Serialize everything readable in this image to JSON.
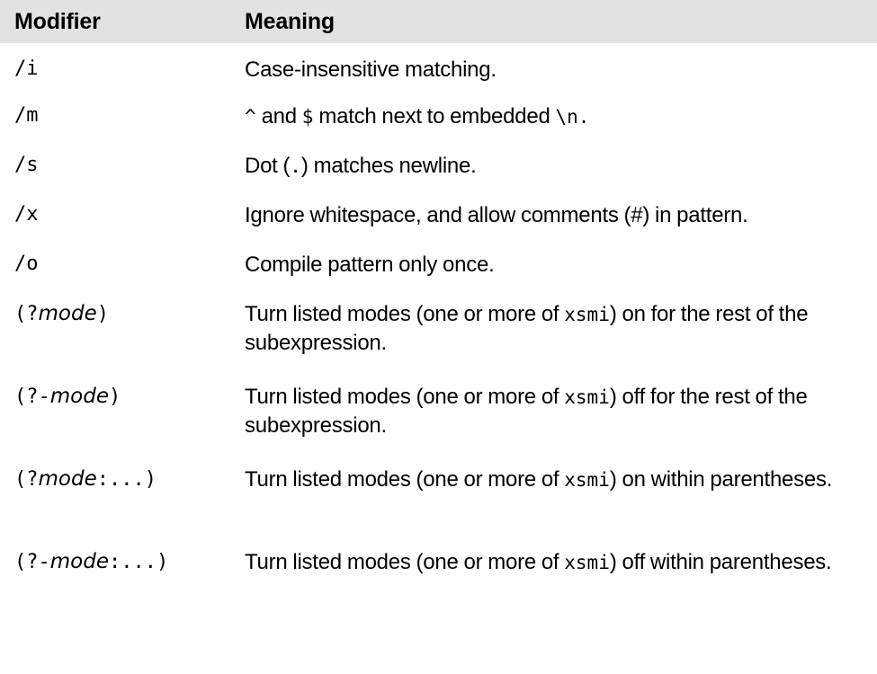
{
  "table": {
    "columns": [
      {
        "key": "modifier",
        "label": "Modifier"
      },
      {
        "key": "meaning",
        "label": "Meaning"
      }
    ],
    "header_background": "#e2e2e2",
    "page_background": "#ffffff",
    "text_color": "#000000",
    "rows": [
      {
        "modifier": "/i",
        "modifier_parts": [
          {
            "text": "/i",
            "style": "mono"
          }
        ],
        "meaning": "Case-insensitive matching.",
        "meaning_parts": [
          {
            "text": "Case-insensitive matching.",
            "style": "prose"
          }
        ],
        "lines": 1
      },
      {
        "modifier": "/m",
        "modifier_parts": [
          {
            "text": "/m",
            "style": "mono"
          }
        ],
        "meaning": "^ and $ match next to embedded \\n.",
        "meaning_parts": [
          {
            "text": "^",
            "style": "mono"
          },
          {
            "text": " and ",
            "style": "prose"
          },
          {
            "text": "$",
            "style": "mono"
          },
          {
            "text": " match next to embedded ",
            "style": "prose"
          },
          {
            "text": "\\n.",
            "style": "mono"
          }
        ],
        "lines": 1
      },
      {
        "modifier": "/s",
        "modifier_parts": [
          {
            "text": "/s",
            "style": "mono"
          }
        ],
        "meaning": "Dot (.) matches newline.",
        "meaning_parts": [
          {
            "text": "Dot (",
            "style": "prose"
          },
          {
            "text": ".",
            "style": "mono"
          },
          {
            "text": ") matches newline.",
            "style": "prose"
          }
        ],
        "lines": 1
      },
      {
        "modifier": "/x",
        "modifier_parts": [
          {
            "text": "/x",
            "style": "mono"
          }
        ],
        "meaning": "Ignore whitespace, and allow comments (#) in pattern.",
        "meaning_parts": [
          {
            "text": "Ignore whitespace, and allow comments (#) in pattern.",
            "style": "prose"
          }
        ],
        "lines": 1
      },
      {
        "modifier": "/o",
        "modifier_parts": [
          {
            "text": "/o",
            "style": "mono"
          }
        ],
        "meaning": "Compile pattern only once.",
        "meaning_parts": [
          {
            "text": "Compile pattern only once.",
            "style": "prose"
          }
        ],
        "lines": 1
      },
      {
        "modifier": "(?mode)",
        "modifier_parts": [
          {
            "text": "(?",
            "style": "mono"
          },
          {
            "text": "mode",
            "style": "mono-italic"
          },
          {
            "text": ")",
            "style": "mono"
          }
        ],
        "meaning": "Turn listed modes (one or more of xsmi) on for the rest of the subexpression.",
        "meaning_parts": [
          {
            "text": "Turn listed modes (one or more of ",
            "style": "prose"
          },
          {
            "text": "xsmi",
            "style": "mono"
          },
          {
            "text": ") on for the rest of the subexpression.",
            "style": "prose"
          }
        ],
        "lines": 2
      },
      {
        "modifier": "(?-mode)",
        "modifier_parts": [
          {
            "text": "(?-",
            "style": "mono"
          },
          {
            "text": "mode",
            "style": "mono-italic"
          },
          {
            "text": ")",
            "style": "mono"
          }
        ],
        "meaning": "Turn listed modes (one or more of xsmi) off for the rest of the subexpression.",
        "meaning_parts": [
          {
            "text": "Turn listed modes (one or more of ",
            "style": "prose"
          },
          {
            "text": "xsmi",
            "style": "mono"
          },
          {
            "text": ") off for the rest of the subexpression.",
            "style": "prose"
          }
        ],
        "lines": 2
      },
      {
        "modifier": "(?mode:...)",
        "modifier_parts": [
          {
            "text": "(?",
            "style": "mono"
          },
          {
            "text": "mode",
            "style": "mono-italic"
          },
          {
            "text": ":...)",
            "style": "mono"
          }
        ],
        "meaning": "Turn listed modes (one or more of xsmi) on within parentheses.",
        "meaning_parts": [
          {
            "text": "Turn listed modes (one or more of ",
            "style": "prose"
          },
          {
            "text": "xsmi",
            "style": "mono"
          },
          {
            "text": ") on within parentheses.",
            "style": "prose"
          }
        ],
        "lines": 2
      },
      {
        "modifier": "(?-mode:...)",
        "modifier_parts": [
          {
            "text": "(?-",
            "style": "mono"
          },
          {
            "text": "mode",
            "style": "mono-italic"
          },
          {
            "text": ":...)",
            "style": "mono"
          }
        ],
        "meaning": "Turn listed modes (one or more of xsmi) off within parentheses.",
        "meaning_parts": [
          {
            "text": "Turn listed modes (one or more of ",
            "style": "prose"
          },
          {
            "text": "xsmi",
            "style": "mono"
          },
          {
            "text": ") off within parentheses.",
            "style": "prose"
          }
        ],
        "lines": 2
      }
    ]
  }
}
